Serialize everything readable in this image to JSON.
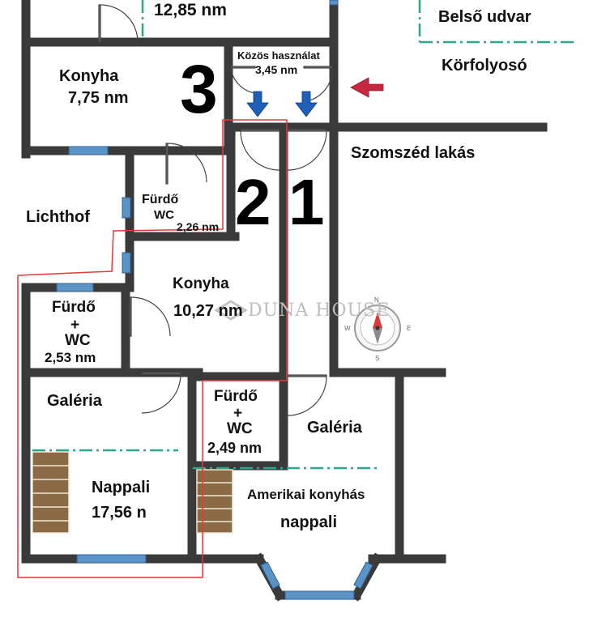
{
  "rooms": {
    "top_room_area": "12,85 nm",
    "belso_udvar": "Belső udvar",
    "korfolyoso": "Körfolyosó",
    "konyha3_name": "Konyha",
    "konyha3_area": "7,75 nm",
    "kozos_name": "Közös használat",
    "kozos_area": "3,45 nm",
    "szomszed": "Szomszéd lakás",
    "lichthof": "Lichthof",
    "furdo_small_name": "Fürdő",
    "furdo_small_wc": "WC",
    "furdo_small_area": "2,26 nm",
    "konyha2_name": "Konyha",
    "konyha2_area": "10,27 nm",
    "furdo_left_line1": "Fürdő",
    "furdo_left_line2": "+",
    "furdo_left_line3": "WC",
    "furdo_left_area": "2,53 nm",
    "galeria_left": "Galéria",
    "nappali_name": "Nappali",
    "nappali_area": "17,56 n",
    "furdo_mid_line1": "Fürdő",
    "furdo_mid_line2": "+",
    "furdo_mid_line3": "WC",
    "furdo_mid_area": "2,49 nm",
    "galeria_right": "Galéria",
    "amerikai_line1": "Amerikai konyhás",
    "amerikai_line2": "nappali"
  },
  "unit_numbers": {
    "unit3": "3",
    "unit2": "2",
    "unit1": "1"
  },
  "watermark": {
    "text": "DUNA HOUSE"
  },
  "compass": {
    "n": "N",
    "s": "S",
    "e": "E",
    "w": "W"
  },
  "colors": {
    "wall": "#3a3a3a",
    "window": "#5b93c7",
    "red_outline": "#e53935",
    "dash_line": "#2fa58a",
    "stairs": "#8b6b45",
    "arrow_blue": "#1f5fb8",
    "arrow_red": "#c62840"
  }
}
